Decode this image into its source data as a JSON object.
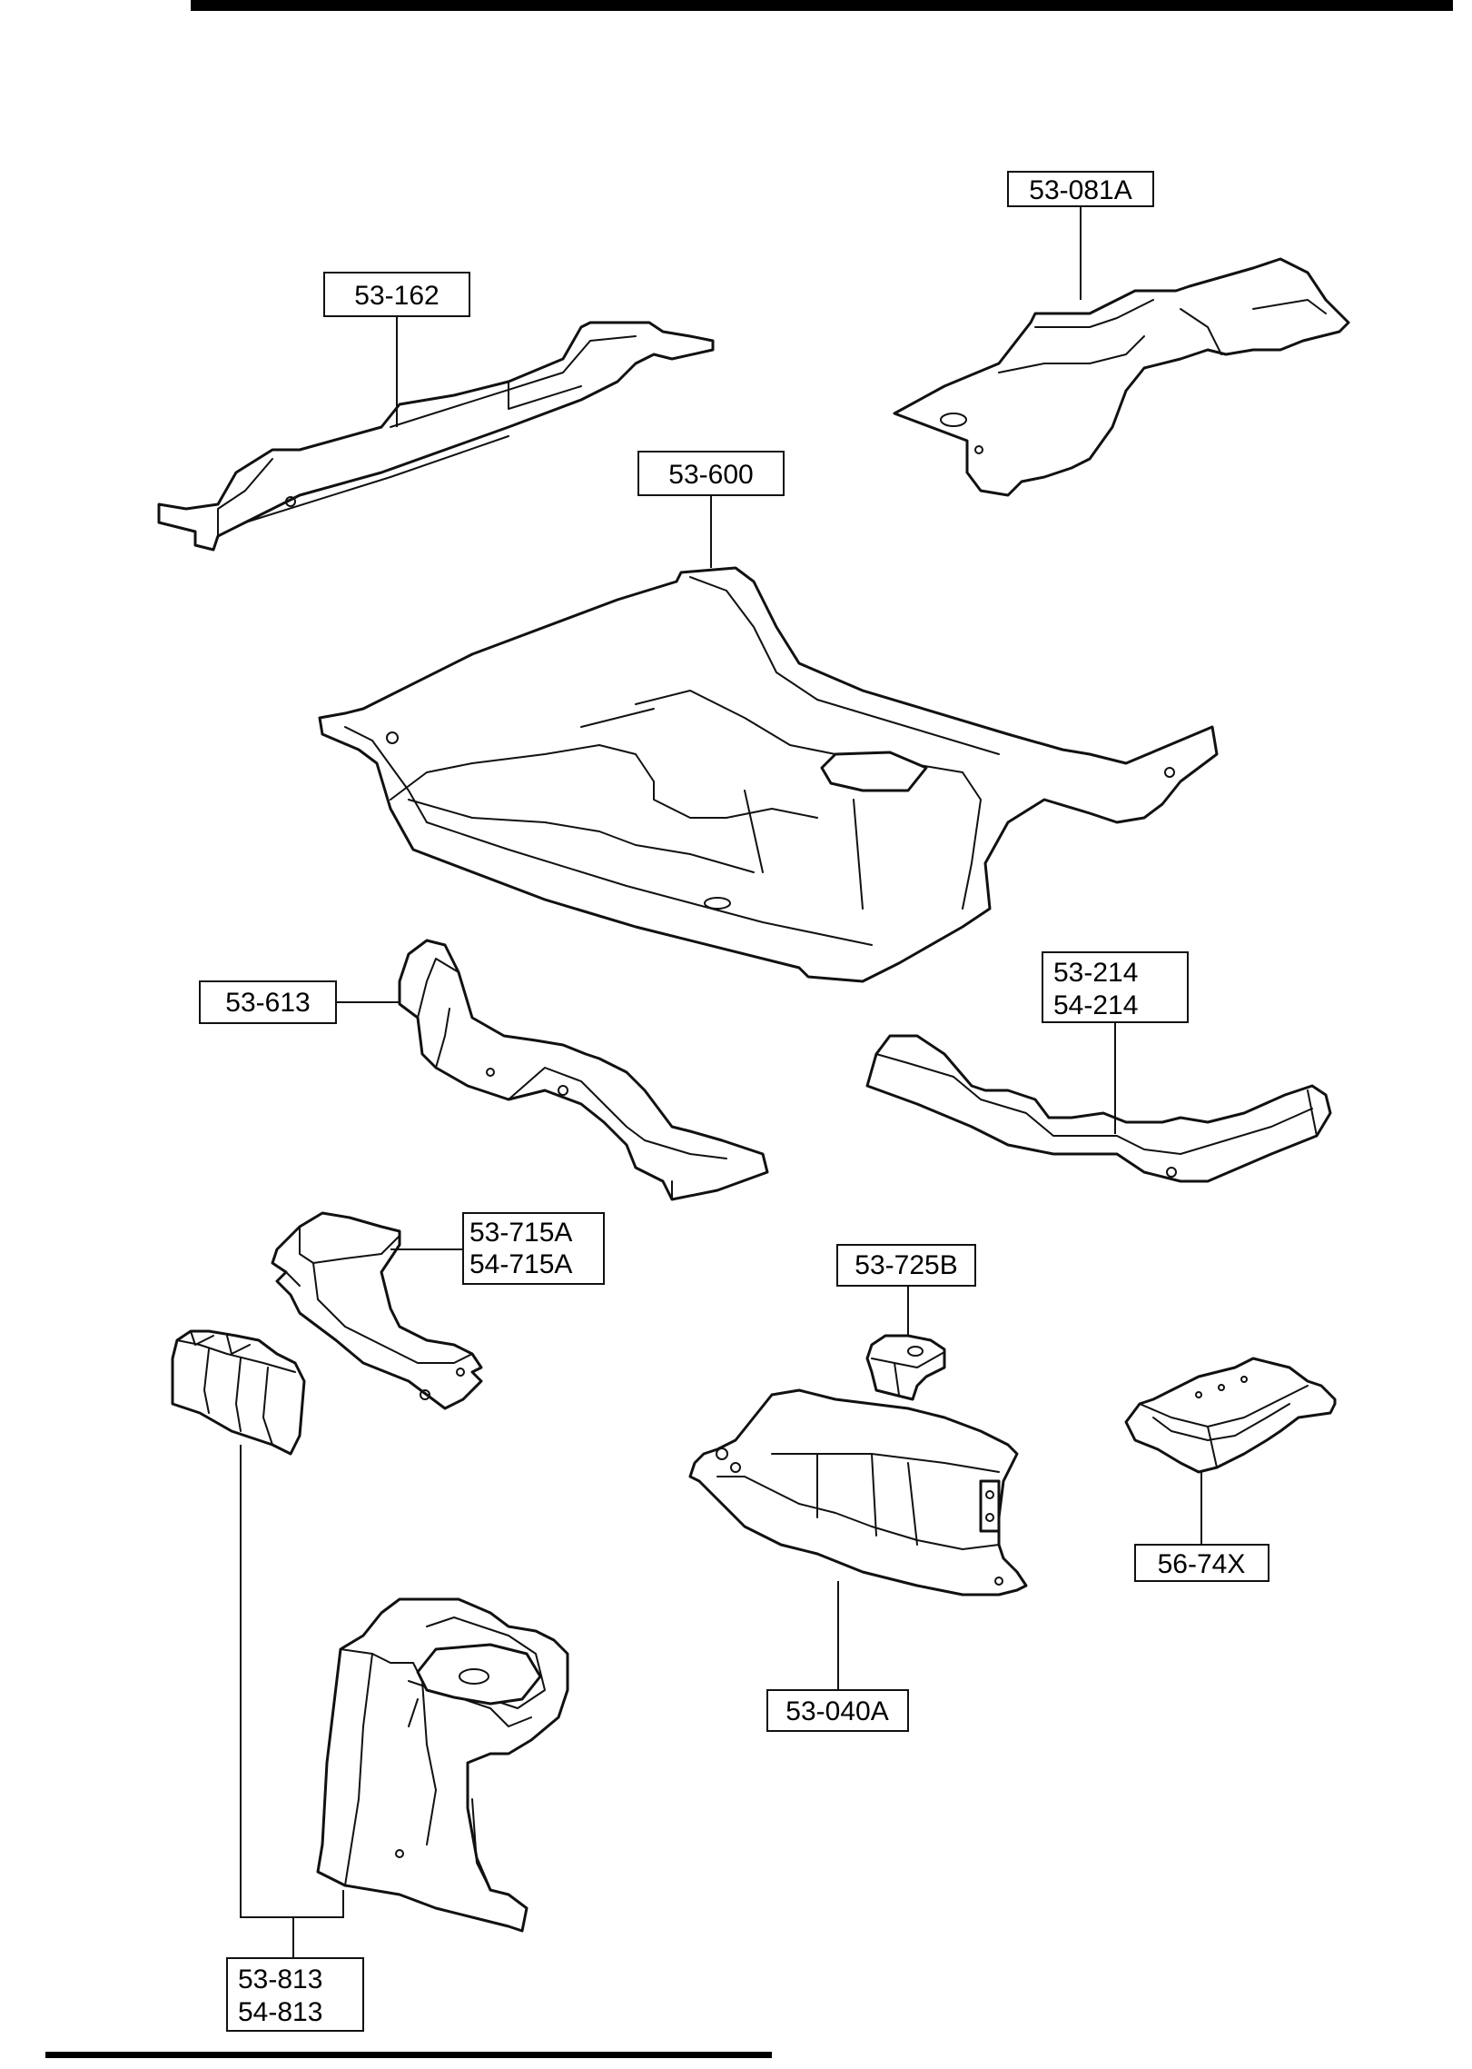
{
  "colors": {
    "ink": "#111111",
    "paper": "#ffffff"
  },
  "parts": [
    {
      "id": "p53162",
      "lines": [
        "53-162"
      ]
    },
    {
      "id": "p53081A",
      "lines": [
        "53-081A"
      ]
    },
    {
      "id": "p53600",
      "lines": [
        "53-600"
      ]
    },
    {
      "id": "p53613",
      "lines": [
        "53-613"
      ]
    },
    {
      "id": "p53214",
      "lines": [
        "53-214",
        "54-214"
      ]
    },
    {
      "id": "p53715A",
      "lines": [
        "53-715A",
        "54-715A"
      ]
    },
    {
      "id": "p53725B",
      "lines": [
        "53-725B"
      ]
    },
    {
      "id": "p5674X",
      "lines": [
        "56-74X"
      ]
    },
    {
      "id": "p53040A",
      "lines": [
        "53-040A"
      ]
    },
    {
      "id": "p53813",
      "lines": [
        "53-813",
        "54-813"
      ]
    }
  ]
}
